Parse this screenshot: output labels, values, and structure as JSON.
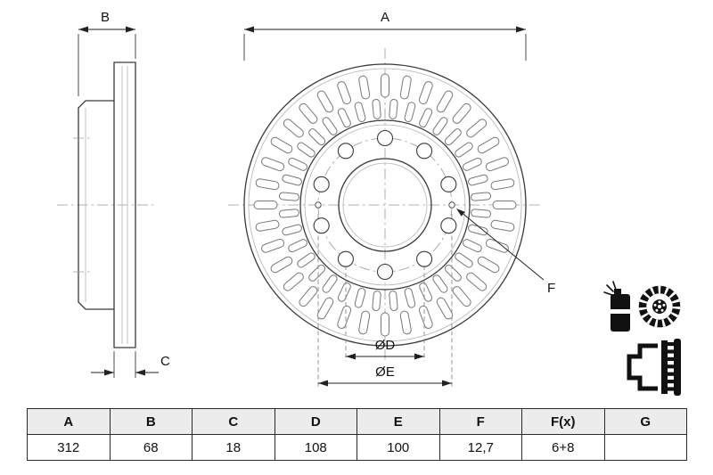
{
  "drawing": {
    "dim_labels": {
      "a": "A",
      "b": "B",
      "c": "C",
      "d": "ØD",
      "e": "ØE",
      "f": "F"
    }
  },
  "table": {
    "headers": [
      "A",
      "B",
      "C",
      "D",
      "E",
      "F",
      "F(x)",
      "G"
    ],
    "values": [
      "312",
      "68",
      "18",
      "108",
      "100",
      "12,7",
      "6+8",
      ""
    ]
  },
  "colors": {
    "line_main": "#3a3a3a",
    "line_dim": "#222222",
    "table_header_bg": "#ececec"
  }
}
